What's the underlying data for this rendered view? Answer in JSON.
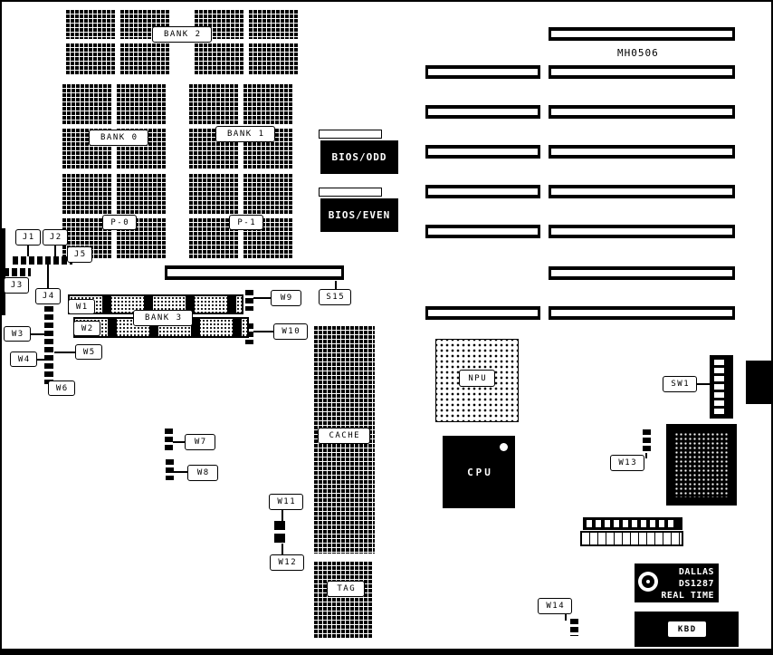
{
  "board": {
    "model": "MH0506"
  },
  "colors": {
    "foreground": "#000000",
    "background": "#ffffff"
  },
  "memory": {
    "bank0": "BANK 0",
    "bank1": "BANK 1",
    "bank2": "BANK 2",
    "bank3": "BANK 3",
    "p0": "P-0",
    "p1": "P-1"
  },
  "chips": {
    "bios_odd": "BIOS/ODD",
    "bios_even": "BIOS/EVEN",
    "npu": "NPU",
    "cpu": "CPU",
    "cache": "CACHE",
    "tag": "TAG",
    "kbd": "KBD"
  },
  "rtc": {
    "brand": "DALLAS",
    "part": "DS1287",
    "type": "REAL TIME"
  },
  "connectors": {
    "s15": "S15",
    "sw1": "SW1"
  },
  "jumpers": {
    "j1": "J1",
    "j2": "J2",
    "j3": "J3",
    "j4": "J4",
    "j5": "J5",
    "w1": "W1",
    "w2": "W2",
    "w3": "W3",
    "w4": "W4",
    "w5": "W5",
    "w6": "W6",
    "w7": "W7",
    "w8": "W8",
    "w9": "W9",
    "w10": "W10",
    "w11": "W11",
    "w12": "W12",
    "w13": "W13",
    "w14": "W14"
  }
}
